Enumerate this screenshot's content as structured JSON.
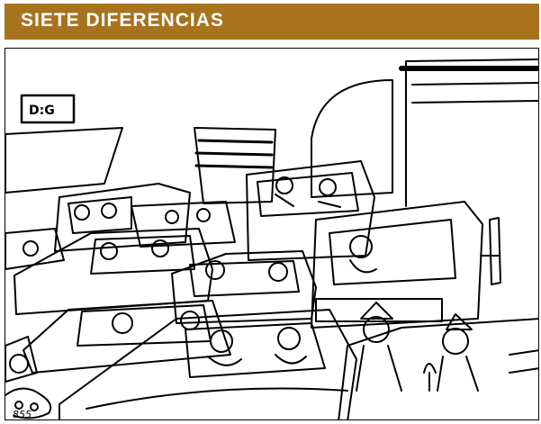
{
  "header": {
    "title": "SIETE DIFERENCIAS",
    "color": "#a8731e"
  },
  "cartoon": {
    "sign_text": "D:G",
    "signature": "855"
  }
}
